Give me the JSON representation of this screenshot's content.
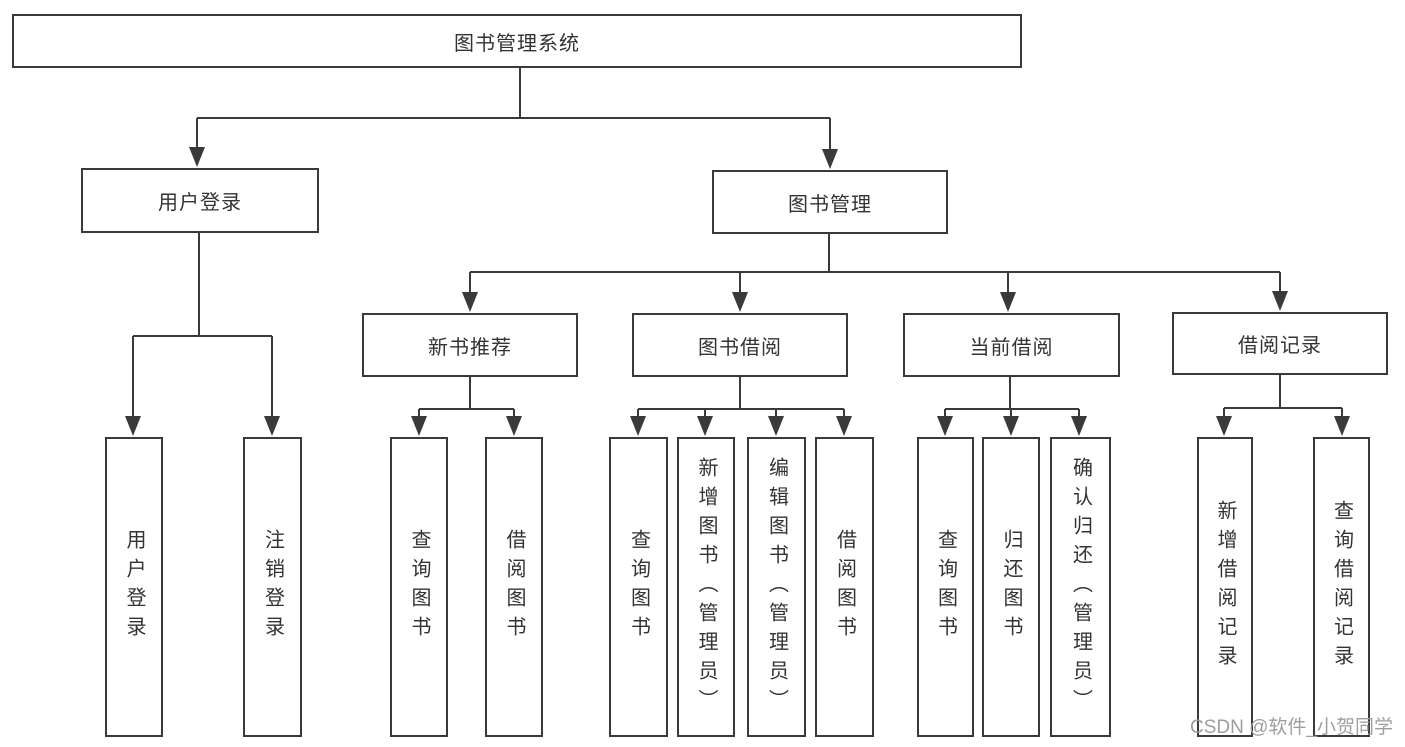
{
  "colors": {
    "background": "#ffffff",
    "line": "#3a3a3a",
    "box_border": "#3a3a3a",
    "text": "#333333",
    "watermark": "#9e9e9e"
  },
  "nodes": {
    "root": "图书管理系统",
    "level2": [
      "用户登录",
      "图书管理"
    ],
    "level3": [
      "新书推荐",
      "图书借阅",
      "当前借阅",
      "借阅记录"
    ],
    "user_login_children": [
      "用户登录",
      "注销登录"
    ],
    "new_book_children": [
      "查询图书",
      "借阅图书"
    ],
    "book_borrow_children": [
      "查询图书",
      "新增图书（管理员）",
      "编辑图书（管理员）",
      "借阅图书"
    ],
    "current_borrow_children": [
      "查询图书",
      "归还图书",
      "确认归还（管理员）"
    ],
    "borrow_record_children": [
      "新增借阅记录",
      "查询借阅记录"
    ]
  },
  "watermark": "CSDN @软件_小贺同学"
}
